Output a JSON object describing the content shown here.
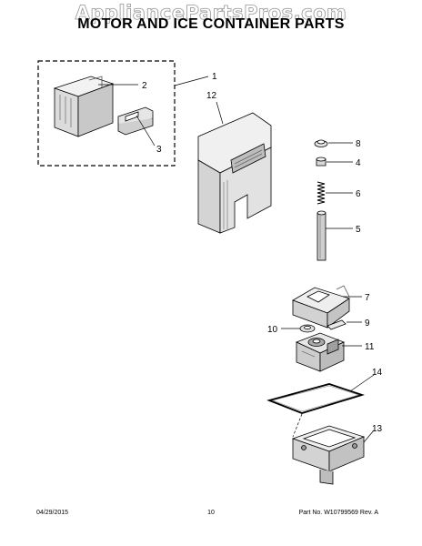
{
  "watermark": "AppliancePartsPros.com",
  "title": "MOTOR AND ICE CONTAINER PARTS",
  "callouts": {
    "c1": "1",
    "c2": "2",
    "c3": "3",
    "c4": "4",
    "c5": "5",
    "c6": "6",
    "c7": "7",
    "c8": "8",
    "c9": "9",
    "c10": "10",
    "c11": "11",
    "c12": "12",
    "c13": "13",
    "c14": "14"
  },
  "footer": {
    "date": "04/29/2015",
    "page": "10",
    "part": "Part No.  W10799569  Rev.  A"
  }
}
